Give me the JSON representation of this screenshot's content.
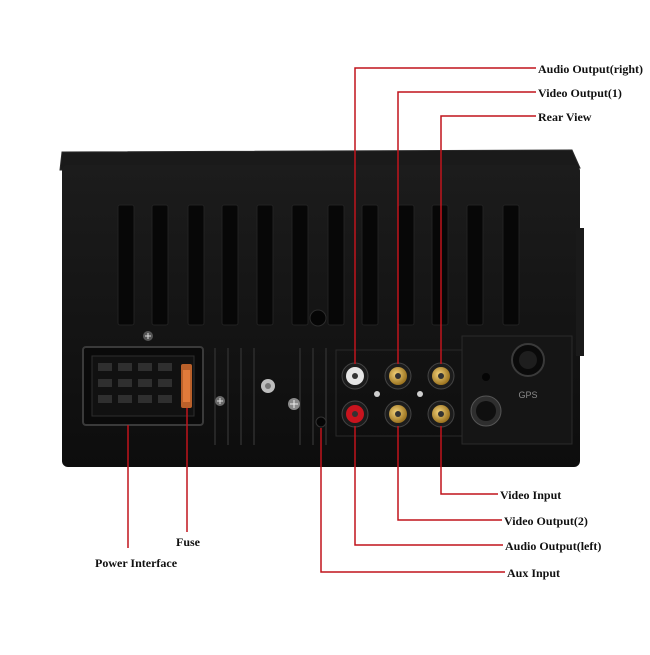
{
  "labels": {
    "audio_output_right": "Audio Output(right)",
    "video_output_1": "Video Output(1)",
    "rear_view": "Rear View",
    "video_input": "Video Input",
    "video_output_2": "Video Output(2)",
    "audio_output_left": "Audio Output(left)",
    "aux_input": "Aux Input",
    "fuse": "Fuse",
    "power_interface": "Power Interface"
  },
  "device": {
    "gps_label": "GPS"
  },
  "colors": {
    "leader_line": "#c0141c",
    "body": "#121212",
    "rca_red": "#c8141e",
    "rca_yellow": "#c8a032",
    "rca_white": "#e6e6e6"
  }
}
